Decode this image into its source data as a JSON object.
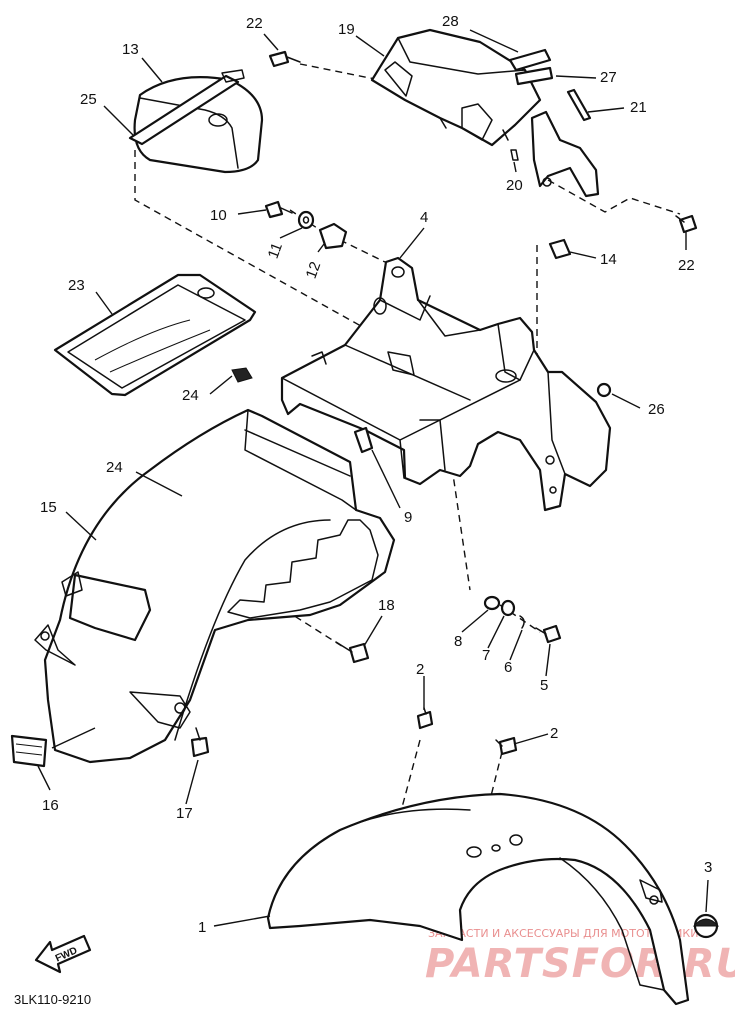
{
  "callouts": {
    "c1": "1",
    "c2a": "2",
    "c2b": "2",
    "c3": "3",
    "c4": "4",
    "c5": "5",
    "c6": "6",
    "c7": "7",
    "c8": "8",
    "c9": "9",
    "c10": "10",
    "c11": "11",
    "c12": "12",
    "c13": "13",
    "c14": "14",
    "c15": "15",
    "c16": "16",
    "c17": "17",
    "c18": "18",
    "c19": "19",
    "c20": "20",
    "c21": "21",
    "c22a": "22",
    "c22b": "22",
    "c23": "23",
    "c24a": "24",
    "c24b": "24",
    "c25": "25",
    "c26": "26",
    "c27": "27",
    "c28": "28"
  },
  "drawing_code": "3LK110-9210",
  "forward_arrow_label": "FWD",
  "watermark": {
    "tagline": "ЗАПЧАСТИ И АКСЕССУАРЫ ДЛЯ МОТОТЕХНИКИ",
    "brand": "PARTSFOR.RU"
  }
}
